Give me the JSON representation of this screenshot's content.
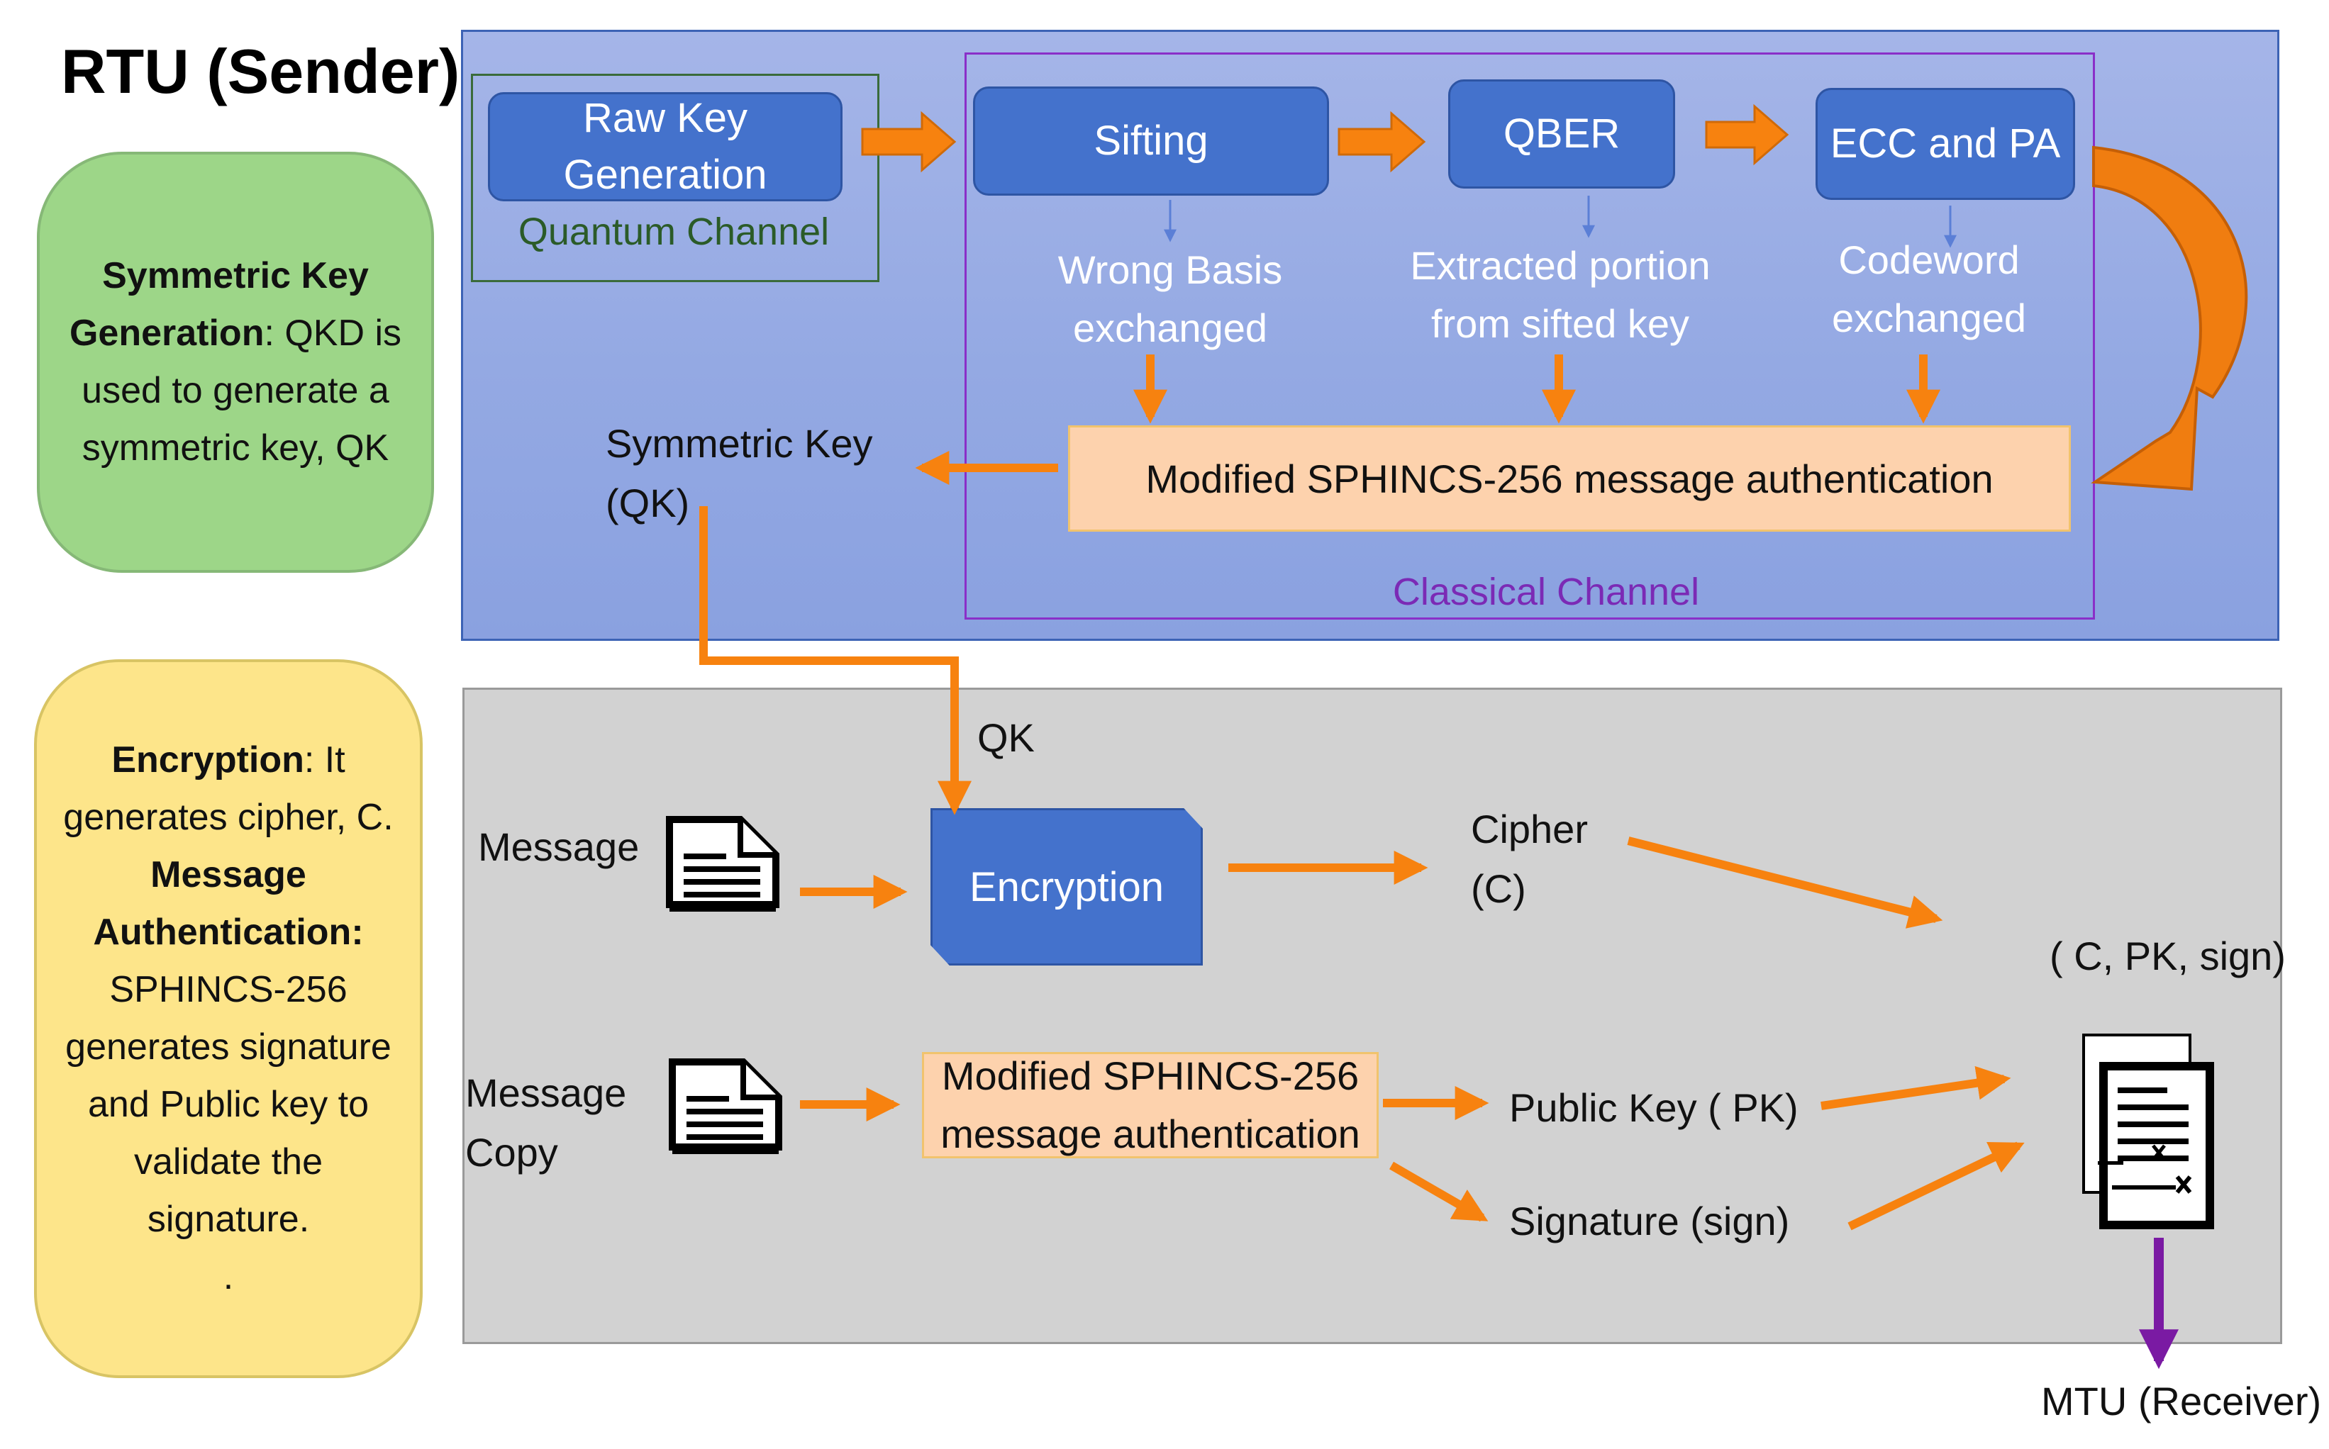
{
  "title": "RTU (Sender)",
  "notes": {
    "qkd": {
      "bold": "Symmetric Key Generation",
      "rest": ": QKD is used to generate a symmetric key, QK"
    },
    "enc": {
      "bold1": "Encryption",
      "rest1": ": It generates cipher, C.",
      "bold2": "Message Authentication:",
      "rest2": "SPHINCS-256 generates signature and Public key to validate the signature.",
      "dot": "."
    }
  },
  "top": {
    "raw_key": "Raw Key Generation",
    "quantum_channel": "Quantum Channel",
    "sifting": "Sifting",
    "qber": "QBER",
    "ecc": "ECC and PA",
    "wrong_basis": "Wrong Basis exchanged",
    "extracted": "Extracted portion from sifted key",
    "codeword": "Codeword exchanged",
    "sphincs": "Modified SPHINCS-256 message authentication",
    "classical_channel": "Classical Channel",
    "symmetric_key": "Symmetric  Key (QK)"
  },
  "bottom": {
    "qk": "QK",
    "message": "Message",
    "message_copy": "Message Copy",
    "encryption": "Encryption",
    "sphincs": "Modified SPHINCS-256 message authentication",
    "cipher": "Cipher (C)",
    "public_key": "Public Key ( PK)",
    "signature": "Signature (sign)",
    "tuple": "( C, PK, sign)",
    "mtu": "MTU (Receiver)"
  },
  "colors": {
    "arrow": "#f7820f",
    "blue_box": "#4472cc",
    "receiver_arrow": "#7a1aa3"
  },
  "icons": [
    "document-icon",
    "document-copy-icon",
    "signed-document-icon"
  ]
}
